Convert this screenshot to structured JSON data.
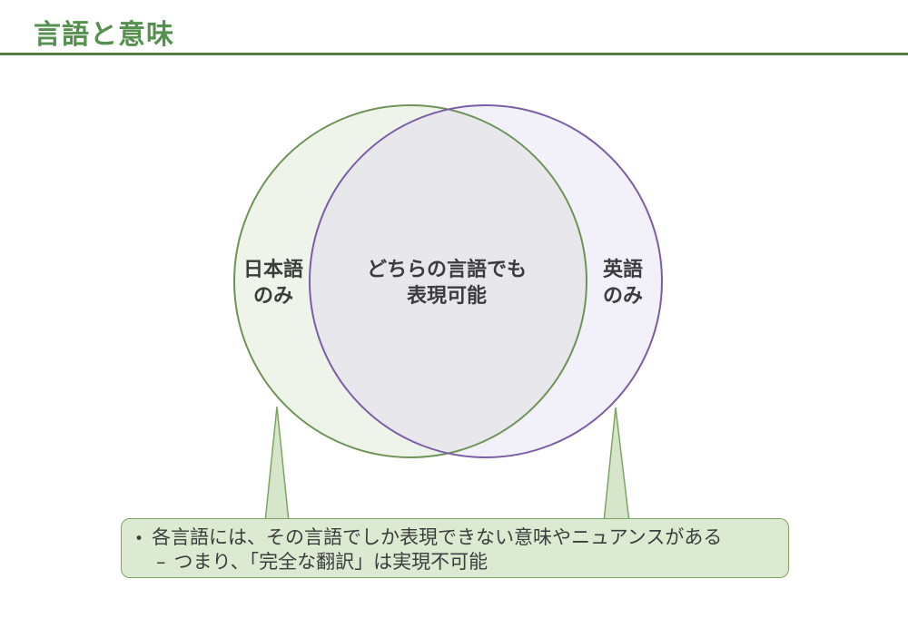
{
  "slide": {
    "title": "言語と意味"
  },
  "venn": {
    "left": {
      "line1": "日本語",
      "line2": "のみ"
    },
    "center": {
      "line1": "どちらの言語でも",
      "line2": "表現可能"
    },
    "right": {
      "line1": "英語",
      "line2": "のみ"
    }
  },
  "callout": {
    "bullet": "•",
    "line1": "各言語には、その言語でしか表現できない意味やニュアンスがある",
    "dash": "–",
    "line2": "つまり、「完全な翻訳」は実現不可能"
  },
  "colors": {
    "title_green": "#55914e",
    "rule_green": "#557f44",
    "left_circle_stroke": "#6e9357",
    "left_circle_fill": "#eef4e9",
    "right_circle_stroke": "#7b5ca6",
    "right_circle_fill": "#f2f0f8",
    "overlap_fill": "#e8e7ec",
    "pointer_fill": "#d6e6ca",
    "pointer_stroke": "#7da562",
    "callout_fill": "#dbead0",
    "callout_border": "#7da562",
    "text_dark": "#3c3d3e"
  }
}
